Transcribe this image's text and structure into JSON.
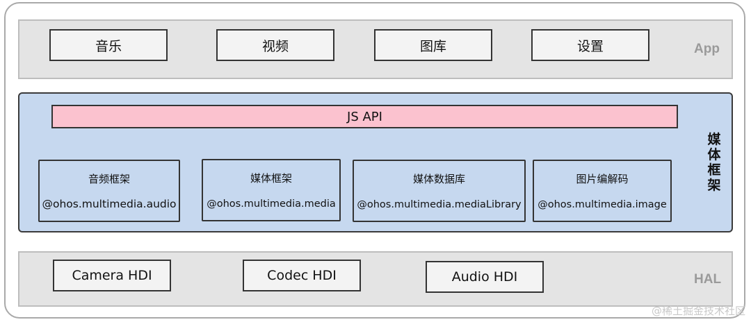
{
  "app_layer": {
    "label": "App",
    "items": [
      "音乐",
      "视频",
      "图库",
      "设置"
    ]
  },
  "media_layer": {
    "label": "媒体框架",
    "js_api": "JS API",
    "modules": [
      {
        "title": "音频框架",
        "package": "@ohos.multimedia.audio"
      },
      {
        "title": "媒体框架",
        "package": "@ohos.multimedia.media"
      },
      {
        "title": "媒体数据库",
        "package": "@ohos.multimedia.mediaLibrary"
      },
      {
        "title": "图片编解码",
        "package": "@ohos.multimedia.image"
      }
    ]
  },
  "hal_layer": {
    "label": "HAL",
    "items": [
      "Camera HDI",
      "Codec HDI",
      "Audio HDI"
    ]
  },
  "watermark": "@稀土掘金技术社区"
}
